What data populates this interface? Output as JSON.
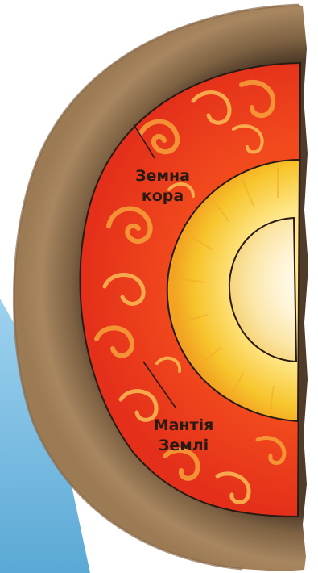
{
  "labels": {
    "crust_line1": "Земна",
    "crust_line2": "кора",
    "mantle_line1": "Мантія",
    "mantle_line2": "Землі"
  },
  "colors": {
    "crust": "#9c7a55",
    "crust_dark": "#5e4730",
    "mantle": "#ea3b1c",
    "mantle_swirl": "#f7a23a",
    "outer_core": "#f6c02a",
    "inner_core": "#fff6dc",
    "boundary_line": "#2a1a14",
    "background_tint": "#7fc1e4",
    "label_text": "#2a1a14"
  }
}
